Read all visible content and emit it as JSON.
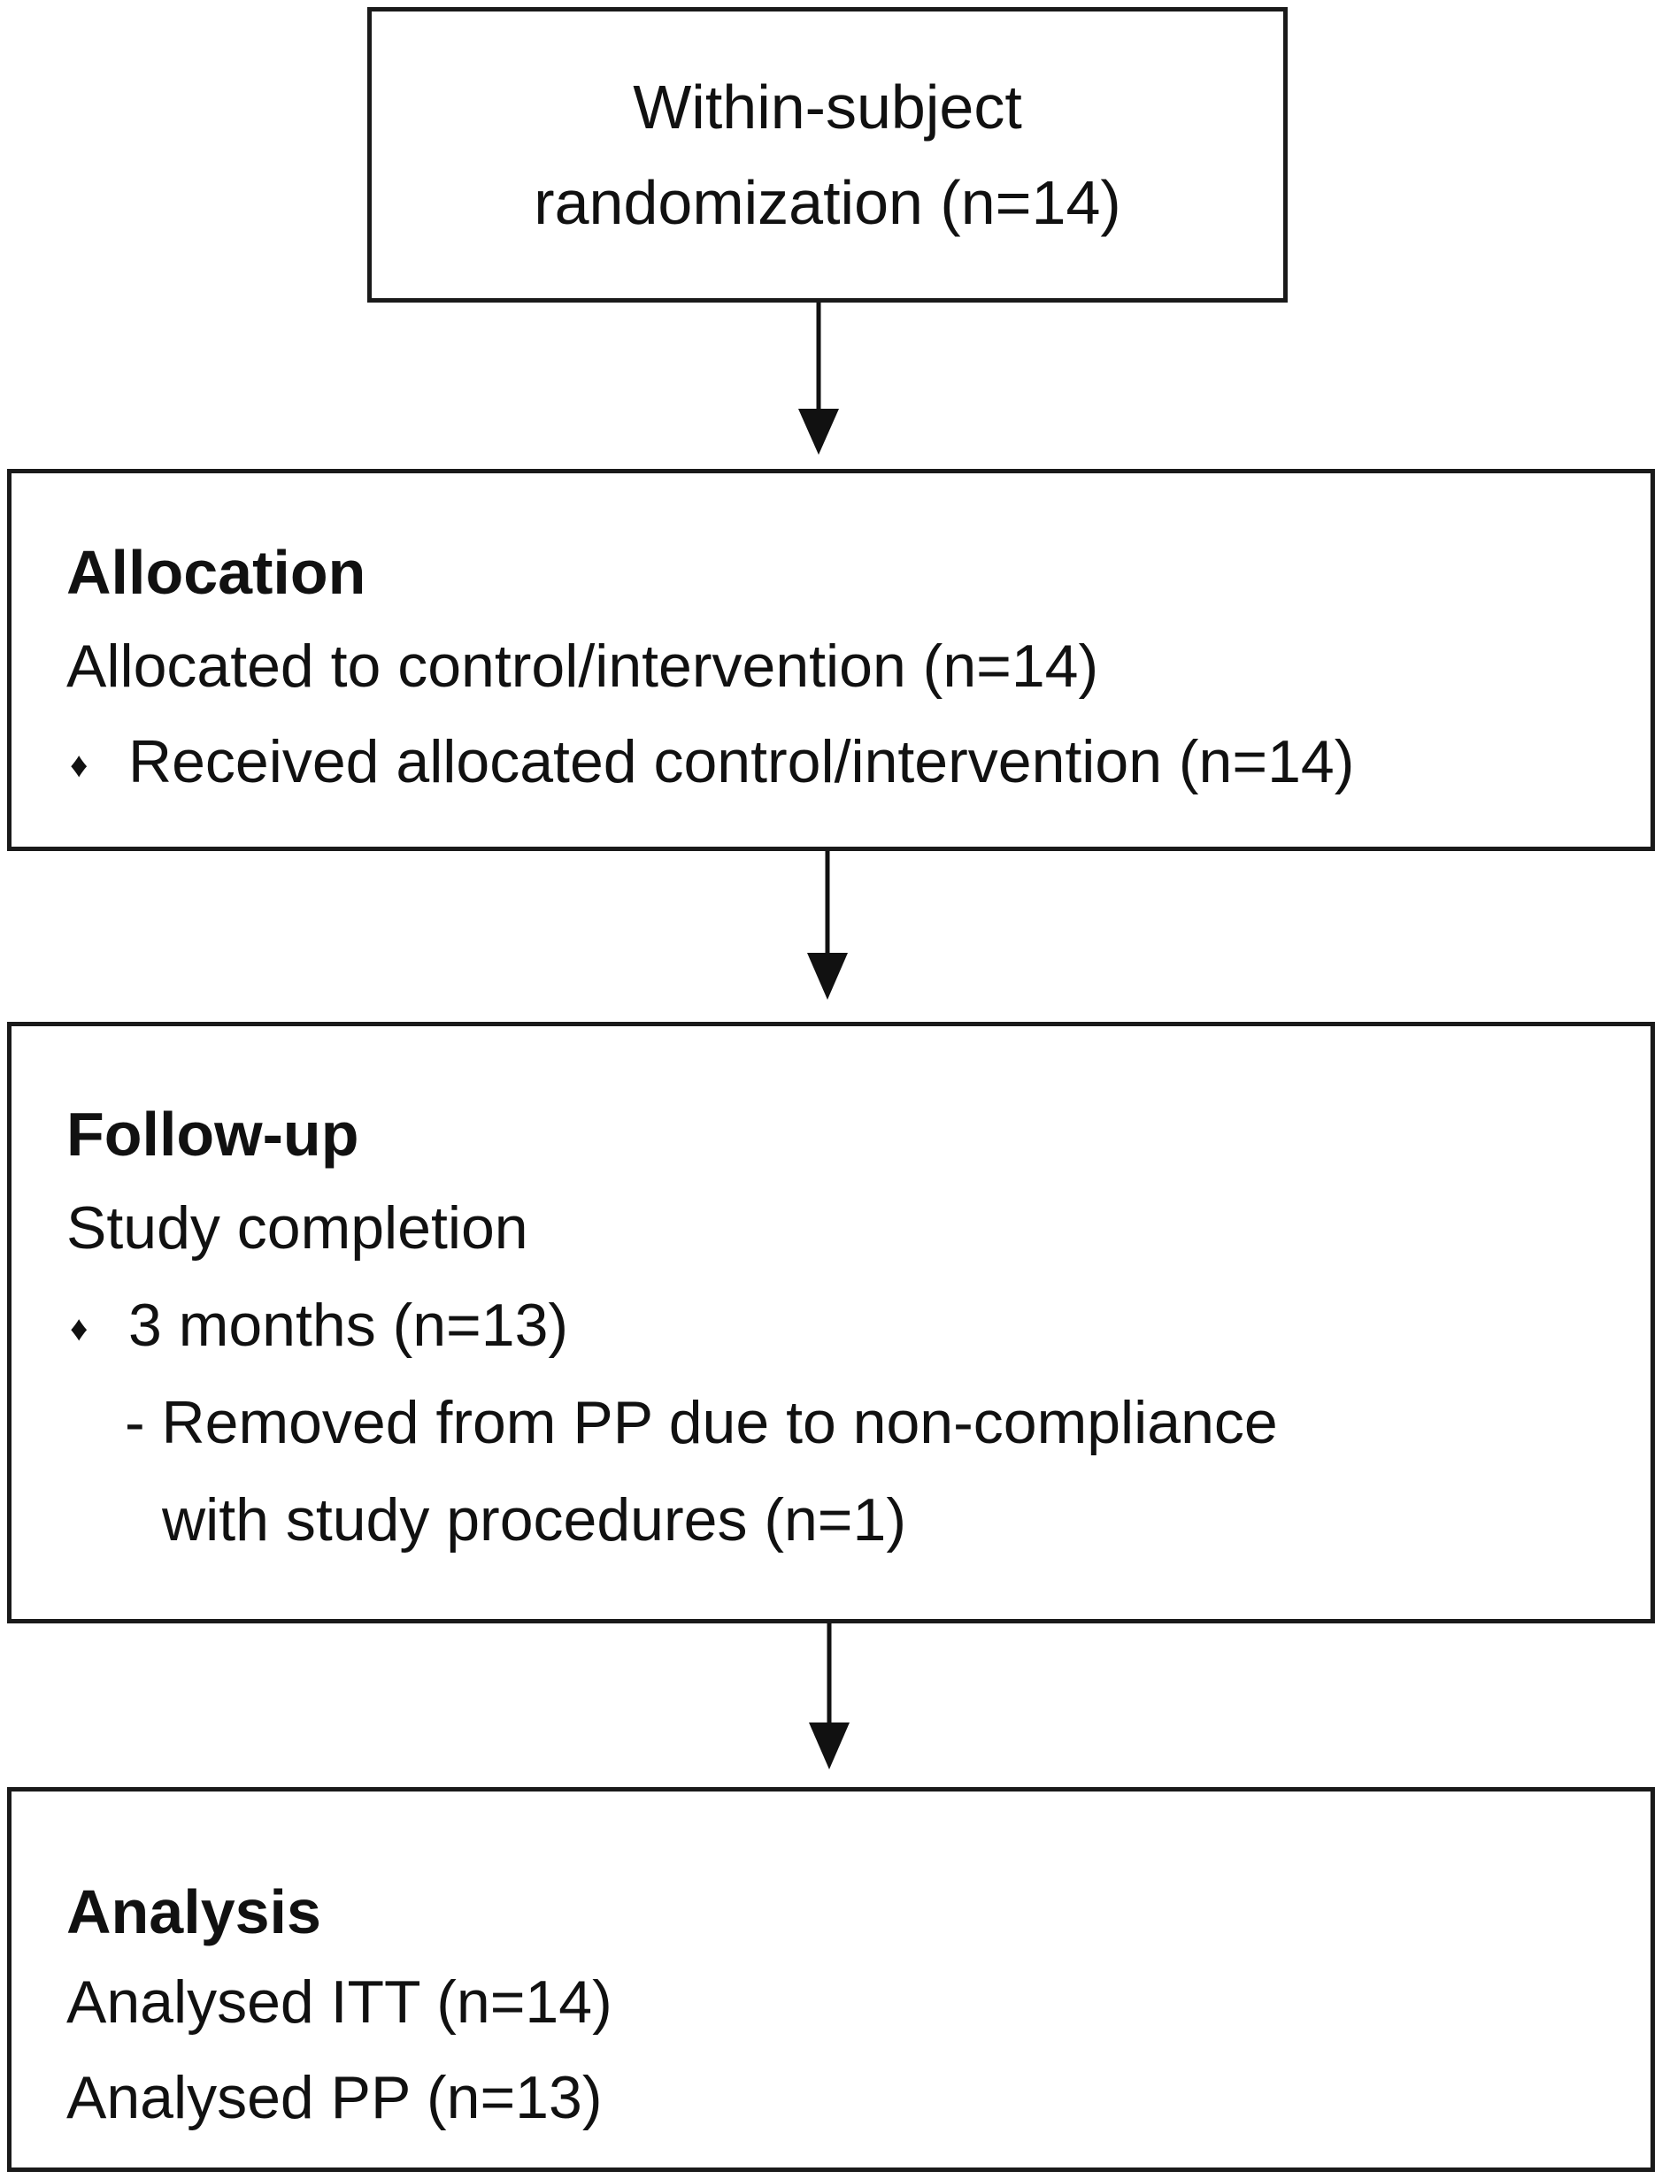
{
  "randomization": {
    "line1": "Within-subject",
    "line2": "randomization (n=14)"
  },
  "allocation": {
    "title": "Allocation",
    "line1": "Allocated to control/intervention (n=14)",
    "bullet_symbol": "♦",
    "bullet1": "Received allocated control/intervention (n=14)"
  },
  "follow_up": {
    "title": "Follow-up",
    "line1": "Study completion",
    "bullet_symbol": "♦",
    "bullet1": "3 months (n=13)",
    "sub1_line1": "- Removed from PP due to non-compliance",
    "sub1_line2": "with study procedures (n=1)"
  },
  "analysis": {
    "title": "Analysis",
    "line1": "Analysed ITT (n=14)",
    "line2": "Analysed PP (n=13)"
  }
}
